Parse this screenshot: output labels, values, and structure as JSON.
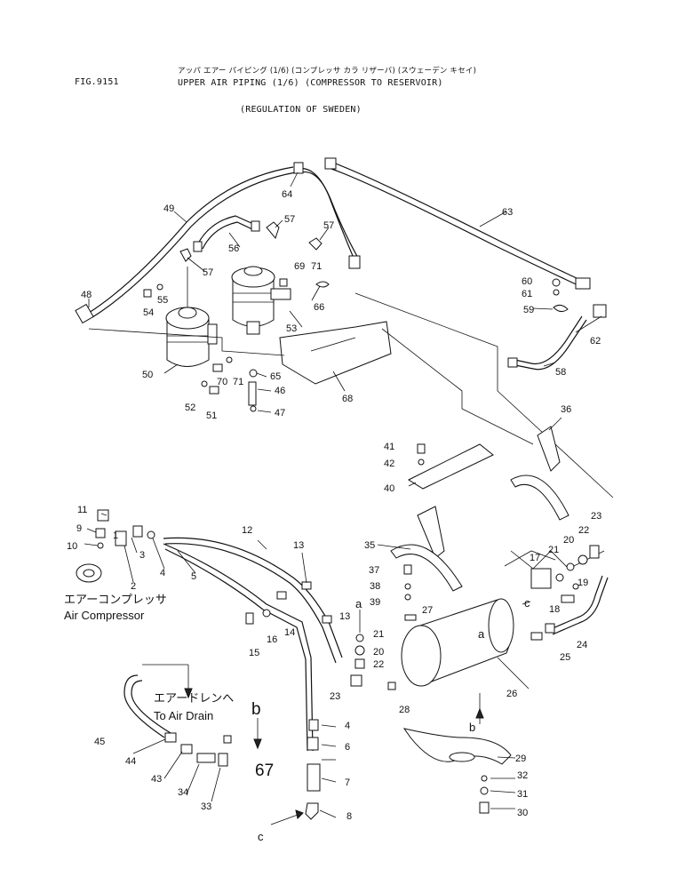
{
  "header": {
    "fig_number": "FIG.9151",
    "title_jp": "アッパ エアー パイピング (1/6) (コンプレッサ カラ リザーバ) (スウェーデン キセイ)",
    "title_en": "UPPER AIR PIPING (1/6) (COMPRESSOR TO RESERVOIR)",
    "subtitle": "(REGULATION OF SWEDEN)"
  },
  "annotations": {
    "air_compressor_jp": "エアーコンプレッサ",
    "air_compressor_en": "Air Compressor",
    "air_drain_jp": "エアードレンへ",
    "air_drain_en": "To Air Drain",
    "ref_a1": "a",
    "ref_a2": "a",
    "ref_b1": "b",
    "ref_b2": "b",
    "ref_c1": "c",
    "ref_c2": "c"
  },
  "part_numbers": {
    "p1": "1",
    "p2": "2",
    "p3": "3",
    "p4a": "4",
    "p4b": "4",
    "p5": "5",
    "p6": "6",
    "p7": "7",
    "p8": "8",
    "p9": "9",
    "p10": "10",
    "p11": "11",
    "p12": "12",
    "p13a": "13",
    "p13b": "13",
    "p14": "14",
    "p15": "15",
    "p16": "16",
    "p17": "17",
    "p18": "18",
    "p19": "19",
    "p20a": "20",
    "p20b": "20",
    "p21a": "21",
    "p21b": "21",
    "p22a": "22",
    "p22b": "22",
    "p23a": "23",
    "p23b": "23",
    "p24": "24",
    "p25": "25",
    "p26": "26",
    "p27": "27",
    "p28": "28",
    "p29": "29",
    "p30": "30",
    "p31": "31",
    "p32": "32",
    "p33": "33",
    "p34": "34",
    "p35": "35",
    "p36": "36",
    "p37": "37",
    "p38": "38",
    "p39": "39",
    "p40": "40",
    "p41": "41",
    "p42": "42",
    "p43": "43",
    "p44": "44",
    "p45": "45",
    "p46": "46",
    "p47": "47",
    "p48": "48",
    "p49": "49",
    "p50": "50",
    "p51": "51",
    "p52": "52",
    "p53": "53",
    "p54": "54",
    "p55": "55",
    "p56": "56",
    "p57a": "57",
    "p57b": "57",
    "p57c": "57",
    "p58": "58",
    "p59": "59",
    "p60": "60",
    "p61": "61",
    "p62": "62",
    "p63": "63",
    "p64": "64",
    "p65": "65",
    "p66": "66",
    "p67": "67",
    "p68": "68",
    "p69": "69",
    "p70": "70",
    "p71a": "71",
    "p71b": "71"
  }
}
